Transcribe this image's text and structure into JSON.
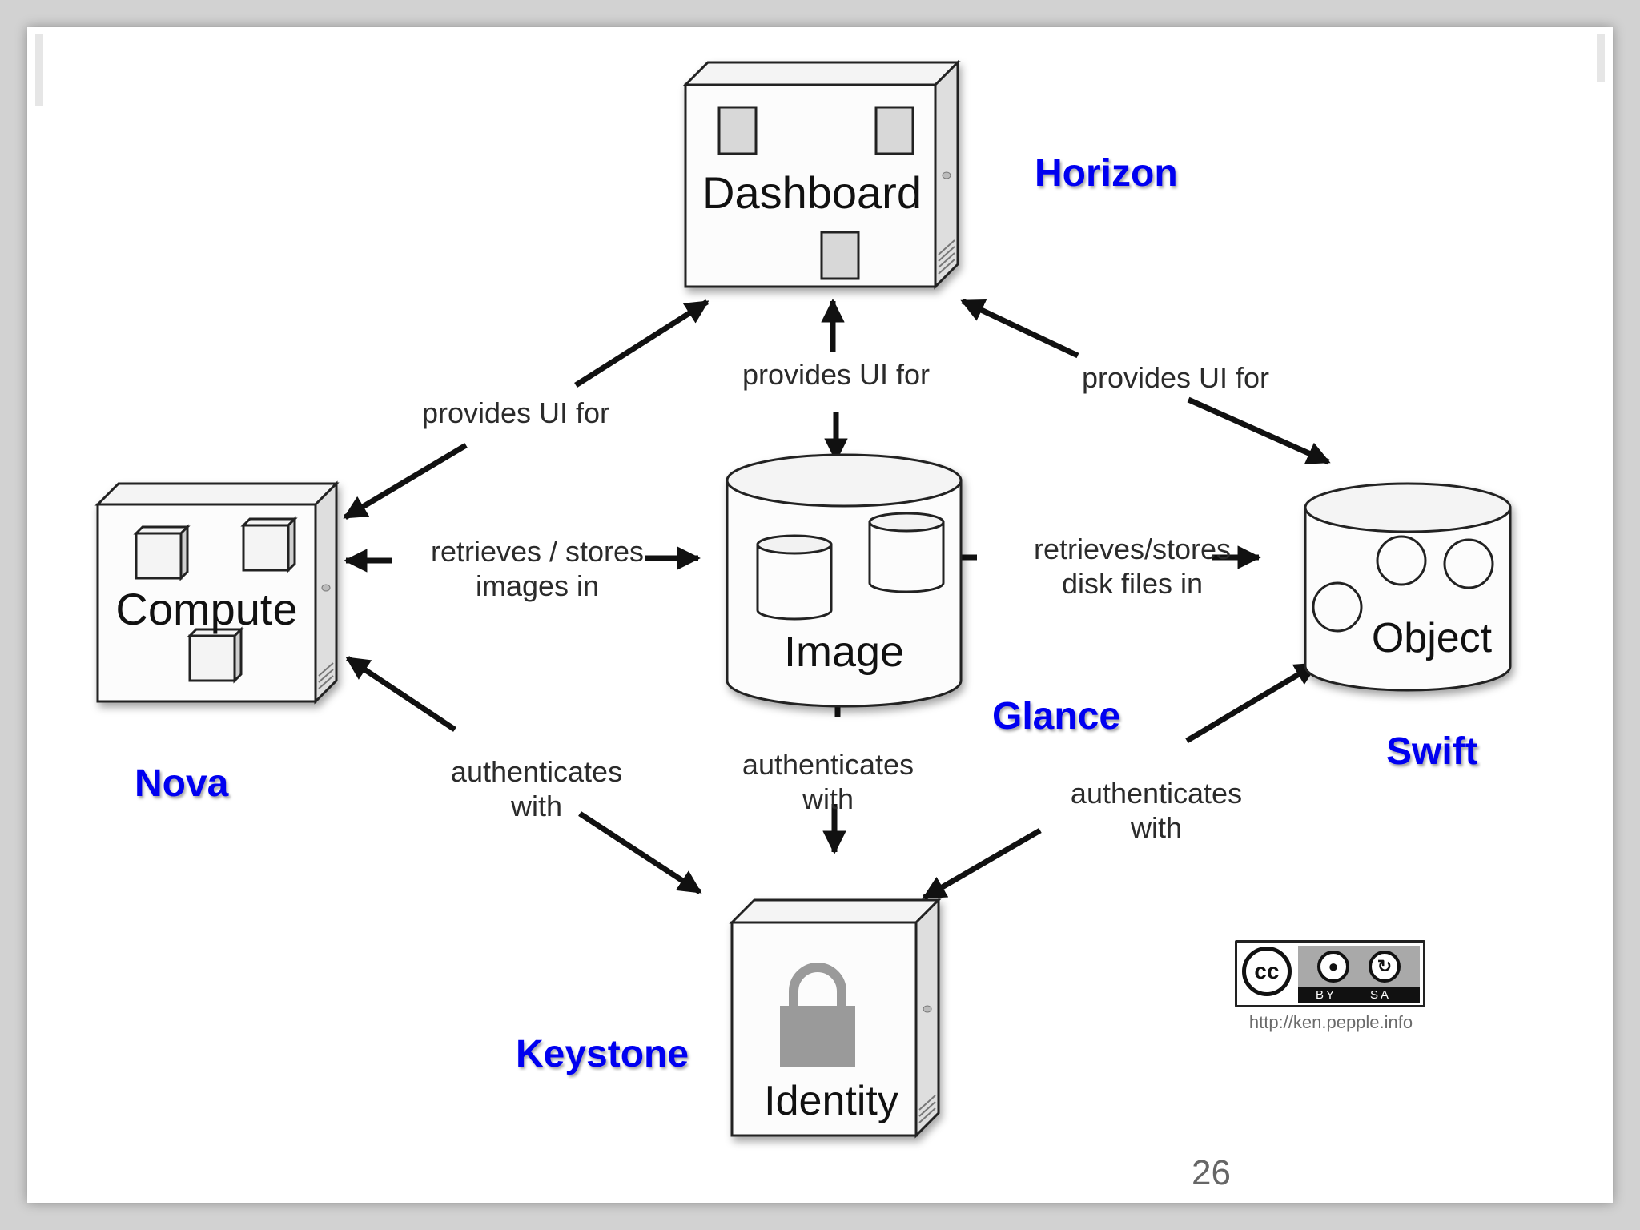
{
  "components": {
    "dashboard": {
      "label": "Dashboard",
      "project": "Horizon"
    },
    "compute": {
      "label": "Compute",
      "project": "Nova"
    },
    "image": {
      "label": "Image",
      "project": "Glance"
    },
    "object": {
      "label": "Object",
      "project": "Swift"
    },
    "identity": {
      "label": "Identity",
      "project": "Keystone"
    }
  },
  "edges": {
    "dashboard_compute": [
      "provides UI for"
    ],
    "dashboard_image": [
      "provides UI for"
    ],
    "dashboard_object": [
      "provides UI for"
    ],
    "compute_image": [
      "retrieves / stores",
      "images in"
    ],
    "object_image": [
      "retrieves/stores",
      "disk files in"
    ],
    "compute_identity": [
      "authenticates",
      "with"
    ],
    "image_identity": [
      "authenticates",
      "with"
    ],
    "object_identity": [
      "authenticates",
      "with"
    ]
  },
  "license": {
    "logo": "cc",
    "by": "BY",
    "sa": "SA",
    "url": "http://ken.pepple.info",
    "icons": [
      "cc-logo-icon",
      "attribution-icon",
      "share-alike-icon"
    ]
  },
  "page_number": "26",
  "colors": {
    "project_label": "#0000f0",
    "accent_gray": "#a9a9a9"
  }
}
